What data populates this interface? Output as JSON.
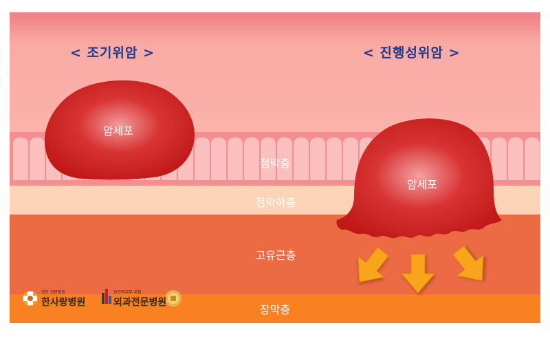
{
  "titles": {
    "early": "< 조기위암 >",
    "advanced": "< 진행성위암 >"
  },
  "tumor_labels": {
    "early": "암세포",
    "advanced": "암세포"
  },
  "layers": {
    "mucosa": "점막층",
    "submucosa": "점막하층",
    "muscularis": "고유근층",
    "serosa": "장막층"
  },
  "logos": {
    "left_main": "한사랑병원",
    "left_sub": "항문 전문병원",
    "right_main": "외과전문병원",
    "right_sub": "보건복지부 지정"
  },
  "colors": {
    "top_pink": "#f8a9a2",
    "mucosa_pink": "#f48f91",
    "submucosa": "#fbd3b7",
    "muscularis": "#ec6b45",
    "serosa": "#f98121",
    "tumor": "#c81919",
    "arrow": "#f8a51a"
  }
}
